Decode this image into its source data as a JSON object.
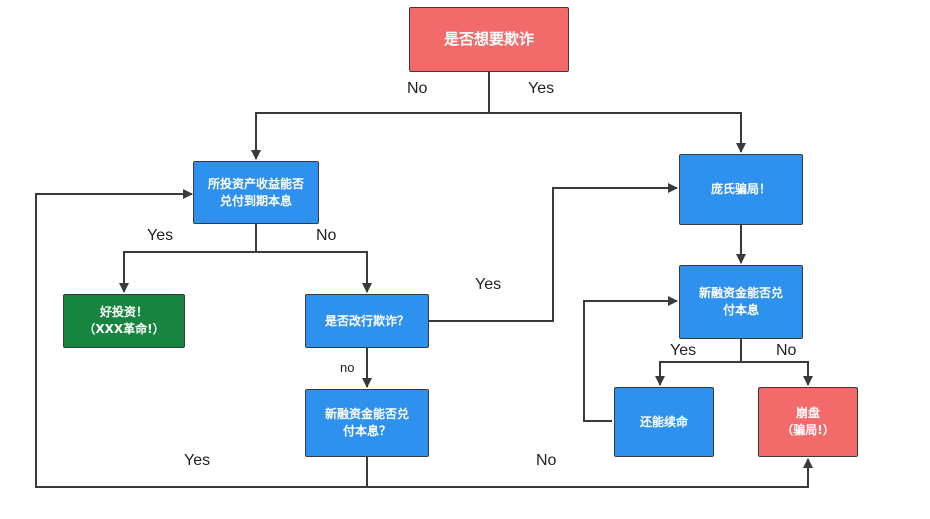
{
  "nodes": {
    "n_start": "是否想要欺诈",
    "n_q1": "所投资产收益能否\n兑付到期本息",
    "n_good": "好投资！\n（XXX革命!）",
    "n_fraud_q": "是否改行欺诈？",
    "n_new_funds_left": "新融资金能否兑\n付本息？",
    "n_ponzi": "庞氏骗局！",
    "n_new_funds_right": "新融资金能否兑\n付本息",
    "n_continue": "还能续命",
    "n_collapse": "崩盘\n（骗局!）"
  },
  "labels": {
    "start_no": "No",
    "start_yes": "Yes",
    "q1_yes": "Yes",
    "q1_no": "No",
    "fraud_yes": "Yes",
    "fraud_no": "no",
    "loop_yes": "Yes",
    "bottom_no": "No",
    "right_yes": "Yes",
    "right_no": "No"
  },
  "colors": {
    "blue": "#2f91ee",
    "red": "#f36a6a",
    "green": "#17843f",
    "edge": "#3a3a3a"
  }
}
